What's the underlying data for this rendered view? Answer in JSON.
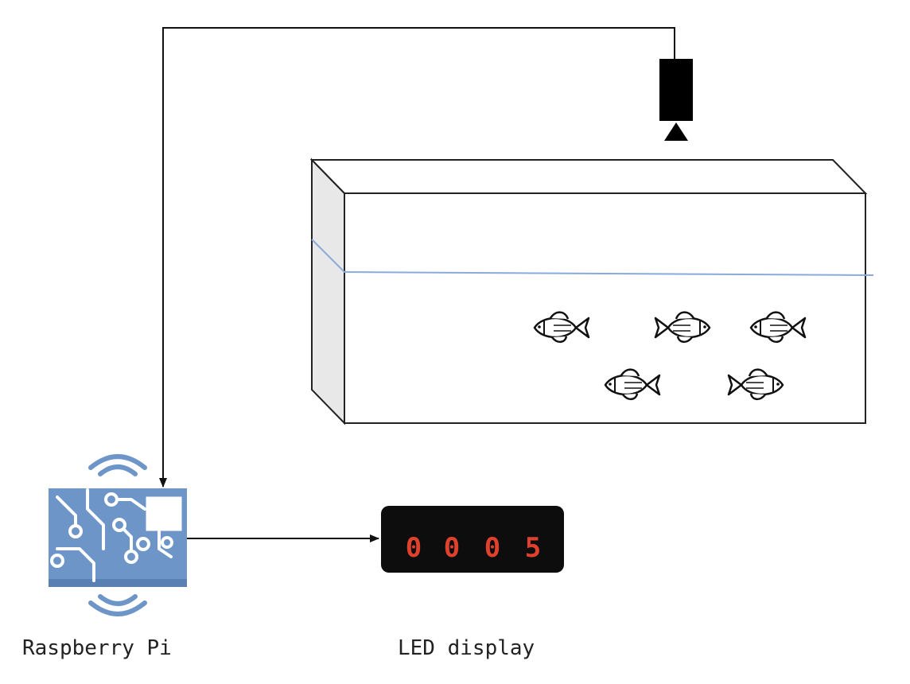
{
  "labels": {
    "raspberry_pi": "Raspberry Pi",
    "led_display": "LED display"
  },
  "led_display": {
    "digits": [
      "0",
      "0",
      "0",
      "5"
    ],
    "digit_color": "#e0412d",
    "background_color": "#0d0d0d"
  },
  "colors": {
    "pi_icon": "#6e95c8",
    "water_line": "#8aa9dc",
    "wire": "#111111",
    "tank_side": "#e8e8e8"
  },
  "icons": {
    "camera": "camera-icon",
    "raspberry_pi": "circuit-board-icon",
    "fish": "fish-icon"
  },
  "fish_count": 5
}
